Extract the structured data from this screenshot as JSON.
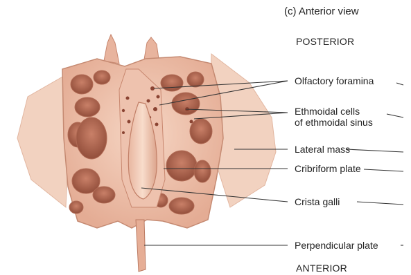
{
  "figure": {
    "title": "(c) Anterior view",
    "orientation_top": "POSTERIOR",
    "orientation_bottom": "ANTERIOR"
  },
  "labels": [
    {
      "id": "olfactory-foramina",
      "text": "Olfactory foramina"
    },
    {
      "id": "ethmoidal-cells-line1",
      "text": "Ethmoidal cells"
    },
    {
      "id": "ethmoidal-cells-line2",
      "text": "of ethmoidal sinus"
    },
    {
      "id": "lateral-mass",
      "text": "Lateral mass"
    },
    {
      "id": "cribriform-plate",
      "text": "Cribriform plate"
    },
    {
      "id": "crista-galli",
      "text": "Crista galli"
    },
    {
      "id": "perpendicular-plate",
      "text": "Perpendicular plate"
    }
  ],
  "colors": {
    "bone_light": "#f6d6c4",
    "bone_mid": "#e9b49e",
    "bone_dark": "#b8735e",
    "cavity": "#9c5540",
    "leader_line": "#333333",
    "text": "#222222"
  }
}
